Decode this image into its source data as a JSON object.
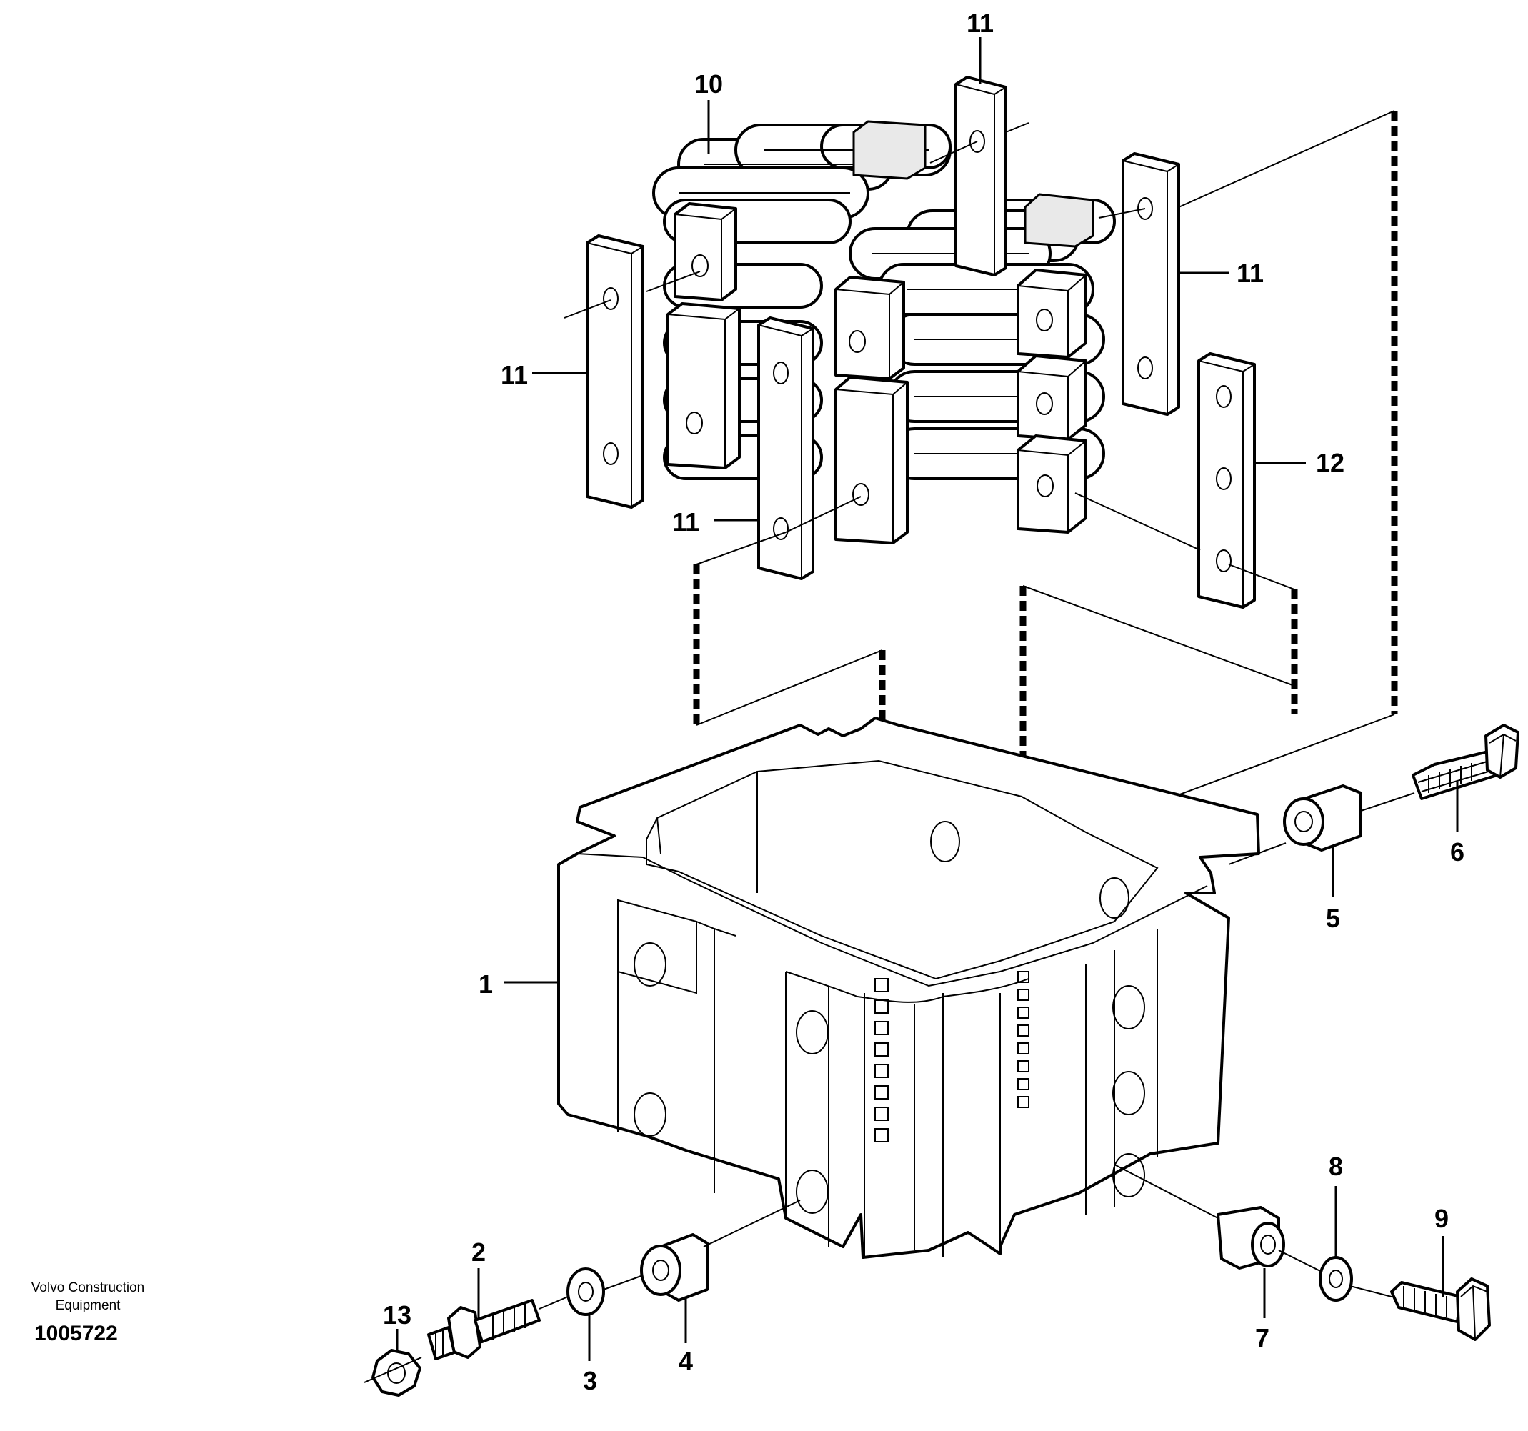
{
  "credit": {
    "line1": "Volvo Construction",
    "line2": "Equipment",
    "drawing_number": "1005722"
  },
  "callouts": {
    "c1": "1",
    "c2": "2",
    "c3": "3",
    "c4": "4",
    "c5": "5",
    "c6": "6",
    "c7": "7",
    "c8": "8",
    "c9": "9",
    "c10": "10",
    "c11a": "11",
    "c11b": "11",
    "c11c": "11",
    "c11d": "11",
    "c12": "12",
    "c13": "13"
  }
}
